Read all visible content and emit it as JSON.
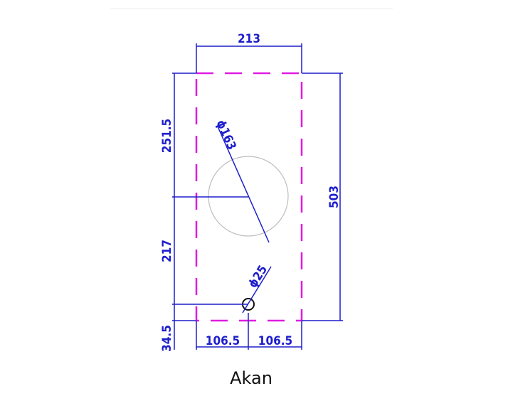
{
  "colors": {
    "dimension": "#1d1dcc",
    "outline": "#e01be0",
    "circle": "#bdbdbd",
    "text": "#111111"
  },
  "dimensions": {
    "width_top": "213",
    "height_total": "503",
    "height_upper": "251.5",
    "height_middle": "217",
    "height_bottom": "34.5",
    "half_left": "106.5",
    "half_right": "106.5",
    "large_hole": "ϕ163",
    "small_hole": "ϕ25"
  },
  "caption": "Akan"
}
